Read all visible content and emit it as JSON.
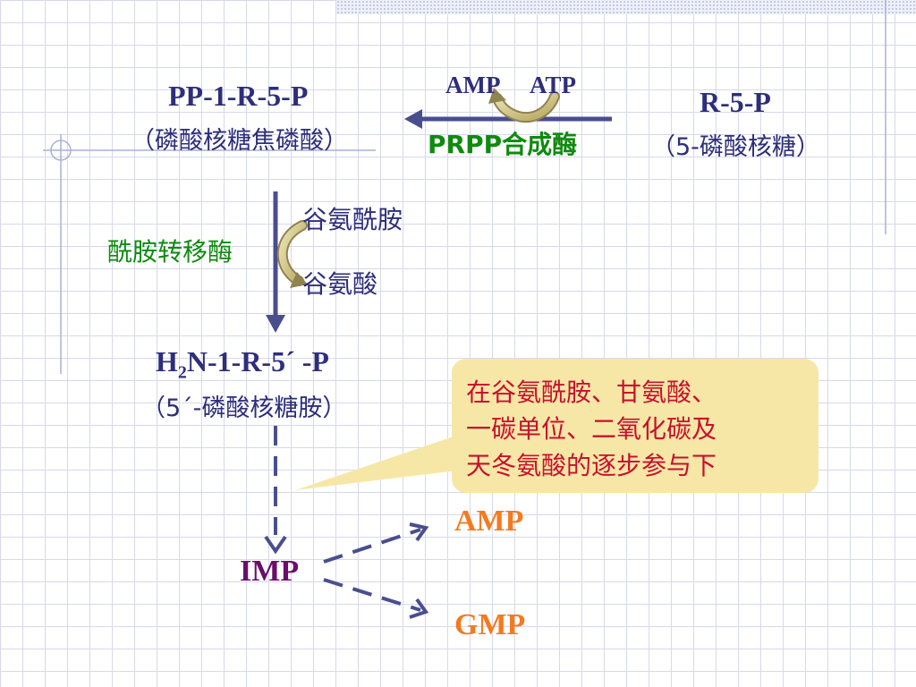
{
  "diagram": {
    "prpp": {
      "name": "PP-1-R-5-P",
      "desc": "（磷酸核糖焦磷酸）"
    },
    "r5p": {
      "name": "R-5-P",
      "desc": "（5-磷酸核糖）"
    },
    "cofactor_amp": "AMP",
    "cofactor_atp": "ATP",
    "enzyme1": "PRPP合成酶",
    "glutamine": "谷氨酰胺",
    "glutamate": "谷氨酸",
    "enzyme2": "酰胺转移酶",
    "prib": {
      "name_prefix": "H",
      "name_sub": "2",
      "name_suffix": "N-1-R-5´ -P",
      "desc": "（5´-磷酸核糖胺）"
    },
    "callout": {
      "line1": "在谷氨酰胺、甘氨酸、",
      "line2": "一碳单位、二氧化碳及",
      "line3": "天冬氨酸的逐步参与下"
    },
    "imp": "IMP",
    "amp": "AMP",
    "gmp": "GMP"
  },
  "colors": {
    "navy": "#2e2e7a",
    "arrow": "#4a4e8f",
    "enzyme_green": "#0f8a0f",
    "product_orange": "#f57a1e",
    "imp_purple": "#6a0e6a",
    "callout_fill": "#f7e7a6",
    "callout_text": "#c8102e",
    "curved_arrow_gold": "#d6c98a"
  }
}
